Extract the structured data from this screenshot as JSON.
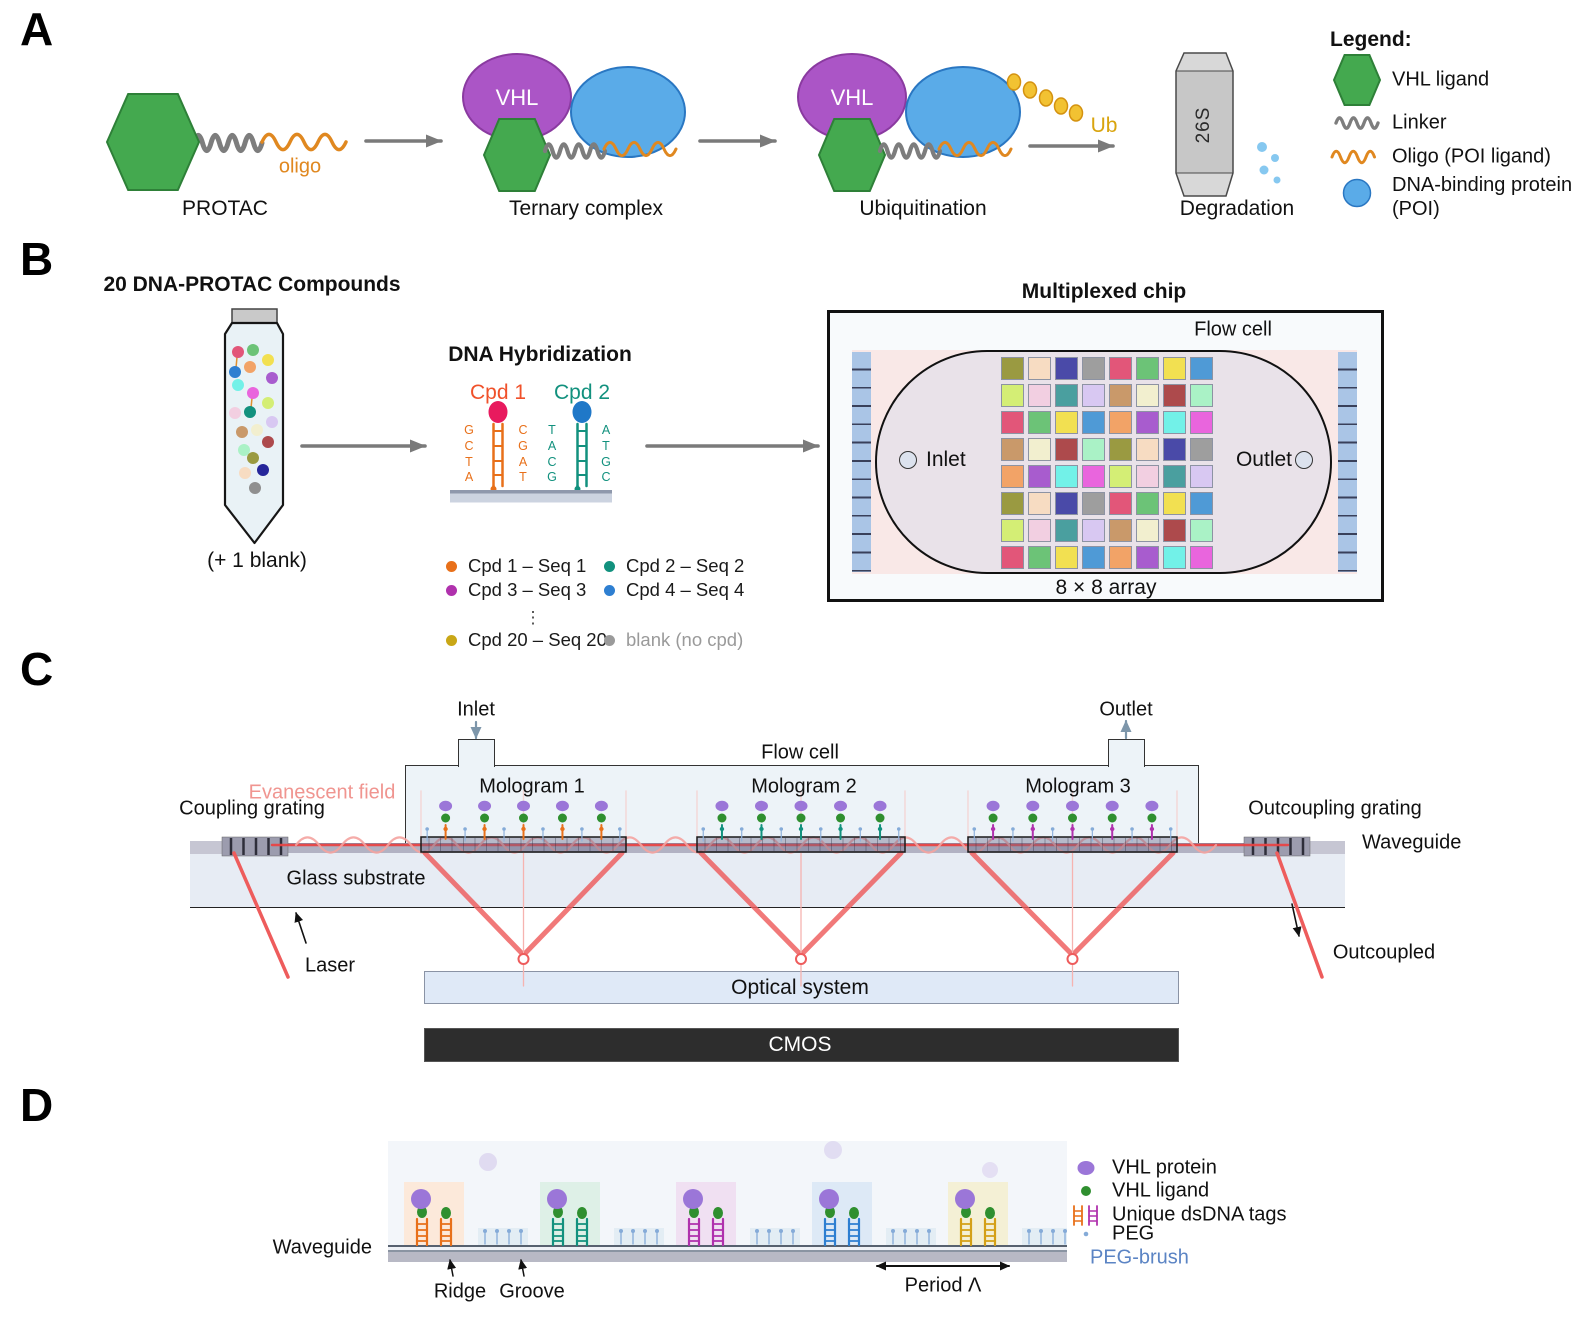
{
  "panel_a": {
    "label": "A",
    "protac_label": "PROTAC",
    "oligo_label": "oligo",
    "vhl_label": "VHL",
    "ternary_label": "Ternary complex",
    "ubiquitination_label": "Ubiquitination",
    "ub_label": "Ub",
    "degradation_label": "Degradation",
    "proteasome_label": "26S",
    "legend_title": "Legend:",
    "legend_items": [
      {
        "label": "VHL ligand"
      },
      {
        "label": "Linker"
      },
      {
        "label": "Oligo (POI ligand)"
      },
      {
        "label": "DNA-binding protein (POI)"
      }
    ]
  },
  "panel_b": {
    "label": "B",
    "compounds_title": "20 DNA-PROTAC Compounds",
    "blank_note": "(+ 1 blank)",
    "hybridization_title": "DNA Hybridization",
    "cpds": [
      {
        "label": "Cpd 1",
        "label_color": "#f0512a",
        "circle_color": "#e81a5e",
        "dna_color": "#e8701a",
        "seq_left": "GCTA",
        "seq_right": "CGAT"
      },
      {
        "label": "Cpd 2",
        "label_color": "#12917e",
        "circle_color": "#1f78c8",
        "dna_color": "#12917e",
        "seq_left": "TACG",
        "seq_right": "ATGC"
      }
    ],
    "legend": [
      {
        "color": "#e8701a",
        "label": "Cpd 1 – Seq 1",
        "text_color": "#1a1a1a"
      },
      {
        "color": "#12917e",
        "label": "Cpd 2 – Seq 2",
        "text_color": "#1a1a1a"
      },
      {
        "color": "#b031ad",
        "label": "Cpd 3 – Seq 3",
        "text_color": "#1a1a1a"
      },
      {
        "color": "#2e7fd1",
        "label": "Cpd 4 – Seq 4",
        "text_color": "#1a1a1a"
      },
      {
        "color": "#c9a716",
        "label": "Cpd 20 – Seq 20",
        "text_color": "#1a1a1a"
      },
      {
        "color": "#9a9a9a",
        "label": "blank (no cpd)",
        "text_color": "#9a9a9a"
      }
    ],
    "ellipsis": "⋮",
    "chip_title": "Multiplexed chip",
    "flow_cell_label": "Flow cell",
    "inlet_label": "Inlet",
    "outlet_label": "Outlet",
    "array_label": "8 × 8 array",
    "tube_dots": [
      [
        238,
        352,
        "#e25679"
      ],
      [
        253,
        350,
        "#6cc377"
      ],
      [
        268,
        360,
        "#f2e051"
      ],
      [
        235,
        372,
        "#2e7fd1"
      ],
      [
        250,
        367,
        "#f2a367"
      ],
      [
        272,
        378,
        "#a85cce"
      ],
      [
        238,
        385,
        "#72f1e8"
      ],
      [
        253,
        393,
        "#e965dd"
      ],
      [
        268,
        403,
        "#d4ee75"
      ],
      [
        235,
        413,
        "#f2cfe1"
      ],
      [
        250,
        412,
        "#12917e"
      ],
      [
        272,
        422,
        "#d8c8f2"
      ],
      [
        242,
        432,
        "#c9996a"
      ],
      [
        257,
        430,
        "#f2efcf"
      ],
      [
        268,
        442,
        "#ad4a4c"
      ],
      [
        244,
        450,
        "#aaf2c6"
      ],
      [
        253,
        458,
        "#9a9a41"
      ],
      [
        263,
        470,
        "#26269a"
      ],
      [
        245,
        473,
        "#f7dcc2"
      ],
      [
        255,
        488,
        "#8f8f8f"
      ]
    ],
    "tube_tails": [
      [
        237,
        357,
        236,
        368
      ],
      [
        252,
        398,
        251,
        408
      ]
    ],
    "array_colors": [
      [
        "#9a9a41",
        "#f7dcc2",
        "#4a4aa8",
        "#9e9e9e",
        "#e25679",
        "#6cc377",
        "#f2e051",
        "#4f9ad6"
      ],
      [
        "#d4ee75",
        "#f2cfe1",
        "#4a9f9f",
        "#d8c8f2",
        "#c9996a",
        "#f2efcf",
        "#ad4a4c",
        "#aaf2c6"
      ],
      [
        "#e25679",
        "#6cc377",
        "#f2e051",
        "#4f9ad6",
        "#f2a367",
        "#a85cce",
        "#72f1e8",
        "#e965dd"
      ],
      [
        "#c9996a",
        "#f2efcf",
        "#ad4a4c",
        "#aaf2c6",
        "#9a9a41",
        "#f7dcc2",
        "#4a4aa8",
        "#9e9e9e"
      ],
      [
        "#f2a367",
        "#a85cce",
        "#72f1e8",
        "#e965dd",
        "#d4ee75",
        "#f2cfe1",
        "#4a9f9f",
        "#d8c8f2"
      ],
      [
        "#9a9a41",
        "#f7dcc2",
        "#4a4aa8",
        "#9e9e9e",
        "#e25679",
        "#6cc377",
        "#f2e051",
        "#4f9ad6"
      ],
      [
        "#d4ee75",
        "#f2cfe1",
        "#4a9f9f",
        "#d8c8f2",
        "#c9996a",
        "#f2efcf",
        "#ad4a4c",
        "#aaf2c6"
      ],
      [
        "#e25679",
        "#6cc377",
        "#f2e051",
        "#4f9ad6",
        "#f2a367",
        "#a85cce",
        "#72f1e8",
        "#e965dd"
      ]
    ]
  },
  "panel_c": {
    "label": "C",
    "inlet_label": "Inlet",
    "outlet_label": "Outlet",
    "flow_cell_label": "Flow cell",
    "molograms": [
      {
        "label": "Mologram 1",
        "color": "#e8701a"
      },
      {
        "label": "Mologram 2",
        "color": "#12917e"
      },
      {
        "label": "Mologram 3",
        "color": "#b031ad"
      }
    ],
    "evanescent_label": "Evanescent field",
    "coupling_label": "Coupling grating",
    "outcoupling_label": "Outcoupling grating",
    "waveguide_label": "Waveguide",
    "glass_label": "Glass substrate",
    "laser_label": "Laser",
    "outcoupled_label": "Outcoupled",
    "optical_label": "Optical system",
    "cmos_label": "CMOS"
  },
  "panel_d": {
    "label": "D",
    "waveguide_label": "Waveguide",
    "ridge_label": "Ridge",
    "groove_label": "Groove",
    "period_label": "Period Λ",
    "ridges": [
      {
        "tint": "#fce9da",
        "dna": "#e8701a"
      },
      {
        "tint": "#def0e7",
        "dna": "#12917e"
      },
      {
        "tint": "#f0e0f2",
        "dna": "#b031ad"
      },
      {
        "tint": "#dde9f6",
        "dna": "#2e7fd1"
      },
      {
        "tint": "#f4f0d5",
        "dna": "#d4a017"
      }
    ],
    "legend": {
      "protein": "VHL protein",
      "ligand": "VHL ligand",
      "tags": "Unique dsDNA tags",
      "peg": "PEG",
      "brush": "PEG-brush"
    }
  },
  "colors": {
    "vhl_purple": "#ab55c6",
    "poi_blue": "#5aabe8",
    "ligand_green": "#44a94f",
    "ub_yellow": "#f2c232",
    "protein_purple": "#9b76d8",
    "ligand_dot": "#2f8f2f",
    "peg": "#85abd8",
    "arrow": "#7a7a7a",
    "laser": "#ee5c5c",
    "evanescent": "#f4a3a0"
  }
}
